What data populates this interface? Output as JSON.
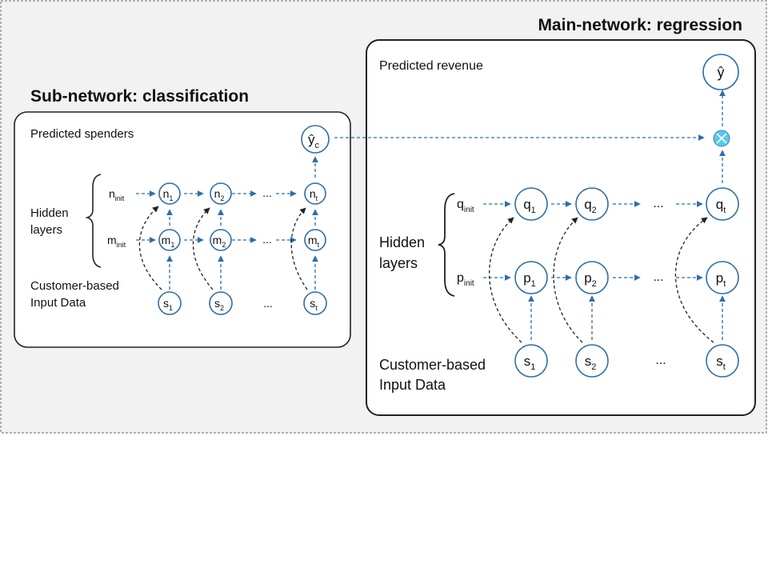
{
  "main_network": {
    "title": "Main-network: regression",
    "output_label": "Predicted revenue",
    "output_node": "ŷ",
    "hidden_label_line1": "Hidden",
    "hidden_label_line2": "layers",
    "input_label_line1": "Customer-based",
    "input_label_line2": "Input Data",
    "q_init": {
      "base": "q",
      "sub": "init"
    },
    "p_init": {
      "base": "p",
      "sub": "init"
    },
    "q_nodes": [
      {
        "base": "q",
        "sub": "1"
      },
      {
        "base": "q",
        "sub": "2"
      },
      {
        "base": "q",
        "sub": "t"
      }
    ],
    "p_nodes": [
      {
        "base": "p",
        "sub": "1"
      },
      {
        "base": "p",
        "sub": "2"
      },
      {
        "base": "p",
        "sub": "t"
      }
    ],
    "s_nodes": [
      {
        "base": "s",
        "sub": "1"
      },
      {
        "base": "s",
        "sub": "2"
      },
      {
        "base": "s",
        "sub": "t"
      }
    ],
    "ellipsis": "..."
  },
  "sub_network": {
    "title": "Sub-network: classification",
    "output_label": "Predicted spenders",
    "output_node": {
      "base": "ŷ",
      "sub": "c"
    },
    "hidden_label_line1": "Hidden",
    "hidden_label_line2": "layers",
    "input_label_line1": "Customer-based",
    "input_label_line2": "Input Data",
    "n_init": {
      "base": "n",
      "sub": "init"
    },
    "m_init": {
      "base": "m",
      "sub": "init"
    },
    "n_nodes": [
      {
        "base": "n",
        "sub": "1"
      },
      {
        "base": "n",
        "sub": "2"
      },
      {
        "base": "n",
        "sub": "t"
      }
    ],
    "m_nodes": [
      {
        "base": "m",
        "sub": "1"
      },
      {
        "base": "m",
        "sub": "2"
      },
      {
        "base": "m",
        "sub": "t"
      }
    ],
    "s_nodes": [
      {
        "base": "s",
        "sub": "1"
      },
      {
        "base": "s",
        "sub": "2"
      },
      {
        "base": "s",
        "sub": "t"
      }
    ],
    "ellipsis": "..."
  },
  "colors": {
    "node_stroke": "#2f6ea5",
    "arrow_blue": "#2f6ea5",
    "arrow_black": "#222222",
    "merge_fill": "#5bc8e8",
    "panel_bg": "#f2f2f2"
  }
}
